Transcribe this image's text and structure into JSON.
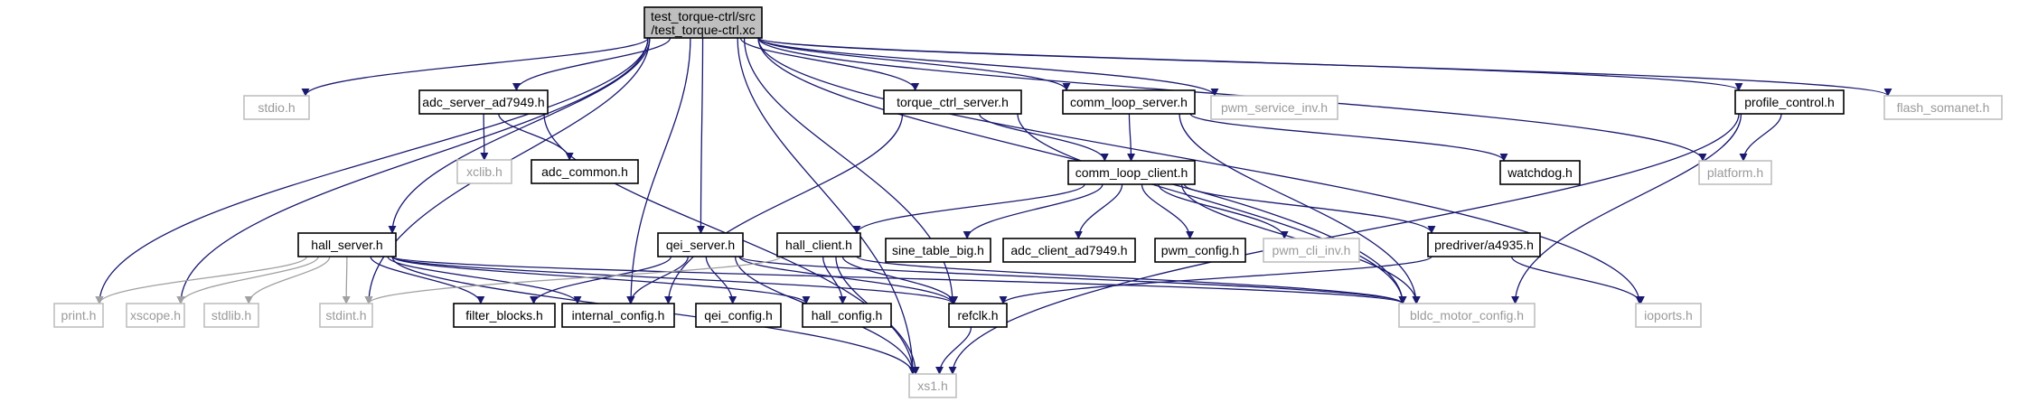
{
  "root": {
    "line1": "test_torque-ctrl/src",
    "line2": "/test_torque-ctrl.xc"
  },
  "nodes": [
    {
      "id": "stdio",
      "label": "stdio.h",
      "kind": "sys"
    },
    {
      "id": "adc_server",
      "label": "adc_server_ad7949.h",
      "kind": "local"
    },
    {
      "id": "torque_srv",
      "label": "torque_ctrl_server.h",
      "kind": "local"
    },
    {
      "id": "comm_srv",
      "label": "comm_loop_server.h",
      "kind": "local"
    },
    {
      "id": "pwm_inv",
      "label": "pwm_service_inv.h",
      "kind": "sys"
    },
    {
      "id": "profile",
      "label": "profile_control.h",
      "kind": "local"
    },
    {
      "id": "flash",
      "label": "flash_somanet.h",
      "kind": "sys"
    },
    {
      "id": "xclib",
      "label": "xclib.h",
      "kind": "sys"
    },
    {
      "id": "adc_common",
      "label": "adc_common.h",
      "kind": "local"
    },
    {
      "id": "comm_client",
      "label": "comm_loop_client.h",
      "kind": "local"
    },
    {
      "id": "watchdog",
      "label": "watchdog.h",
      "kind": "local"
    },
    {
      "id": "platform",
      "label": "platform.h",
      "kind": "sys"
    },
    {
      "id": "hall_server",
      "label": "hall_server.h",
      "kind": "local"
    },
    {
      "id": "qei_server",
      "label": "qei_server.h",
      "kind": "local"
    },
    {
      "id": "hall_client",
      "label": "hall_client.h",
      "kind": "local"
    },
    {
      "id": "sine_table",
      "label": "sine_table_big.h",
      "kind": "local"
    },
    {
      "id": "adc_client",
      "label": "adc_client_ad7949.h",
      "kind": "local"
    },
    {
      "id": "pwm_config",
      "label": "pwm_config.h",
      "kind": "local"
    },
    {
      "id": "pwm_cli_inv",
      "label": "pwm_cli_inv.h",
      "kind": "sys"
    },
    {
      "id": "predriver",
      "label": "predriver/a4935.h",
      "kind": "local"
    },
    {
      "id": "print",
      "label": "print.h",
      "kind": "sys"
    },
    {
      "id": "xscope",
      "label": "xscope.h",
      "kind": "sys"
    },
    {
      "id": "stdlib",
      "label": "stdlib.h",
      "kind": "sys"
    },
    {
      "id": "stdint",
      "label": "stdint.h",
      "kind": "sys"
    },
    {
      "id": "filter",
      "label": "filter_blocks.h",
      "kind": "local"
    },
    {
      "id": "internal",
      "label": "internal_config.h",
      "kind": "local"
    },
    {
      "id": "qei_config",
      "label": "qei_config.h",
      "kind": "local"
    },
    {
      "id": "hall_config",
      "label": "hall_config.h",
      "kind": "local"
    },
    {
      "id": "refclk",
      "label": "refclk.h",
      "kind": "local"
    },
    {
      "id": "bldc",
      "label": "bldc_motor_config.h",
      "kind": "sys"
    },
    {
      "id": "ioports",
      "label": "ioports.h",
      "kind": "sys"
    },
    {
      "id": "xs1",
      "label": "xs1.h",
      "kind": "sys"
    }
  ],
  "edges": [
    [
      "root",
      "stdio"
    ],
    [
      "root",
      "adc_server"
    ],
    [
      "root",
      "torque_srv"
    ],
    [
      "root",
      "comm_srv"
    ],
    [
      "root",
      "pwm_inv"
    ],
    [
      "root",
      "profile"
    ],
    [
      "root",
      "flash"
    ],
    [
      "root",
      "platform"
    ],
    [
      "root",
      "hall_server"
    ],
    [
      "root",
      "qei_server"
    ],
    [
      "root",
      "print"
    ],
    [
      "root",
      "xscope"
    ],
    [
      "root",
      "stdint"
    ],
    [
      "root",
      "internal"
    ],
    [
      "root",
      "refclk"
    ],
    [
      "root",
      "bldc"
    ],
    [
      "root",
      "ioports"
    ],
    [
      "root",
      "xs1"
    ],
    [
      "adc_server",
      "xclib"
    ],
    [
      "adc_server",
      "adc_common"
    ],
    [
      "adc_server",
      "xs1"
    ],
    [
      "torque_srv",
      "comm_client"
    ],
    [
      "torque_srv",
      "internal"
    ],
    [
      "torque_srv",
      "bldc"
    ],
    [
      "comm_srv",
      "comm_client"
    ],
    [
      "comm_srv",
      "watchdog"
    ],
    [
      "comm_srv",
      "bldc"
    ],
    [
      "profile",
      "platform"
    ],
    [
      "profile",
      "bldc"
    ],
    [
      "profile",
      "xs1"
    ],
    [
      "comm_client",
      "hall_client"
    ],
    [
      "comm_client",
      "sine_table"
    ],
    [
      "comm_client",
      "adc_client"
    ],
    [
      "comm_client",
      "pwm_config"
    ],
    [
      "comm_client",
      "pwm_cli_inv"
    ],
    [
      "comm_client",
      "predriver"
    ],
    [
      "comm_client",
      "bldc"
    ],
    [
      "hall_server",
      "print"
    ],
    [
      "hall_server",
      "xscope"
    ],
    [
      "hall_server",
      "stdlib"
    ],
    [
      "hall_server",
      "stdint"
    ],
    [
      "hall_server",
      "filter"
    ],
    [
      "hall_server",
      "internal"
    ],
    [
      "hall_server",
      "hall_config"
    ],
    [
      "hall_server",
      "refclk"
    ],
    [
      "hall_server",
      "bldc"
    ],
    [
      "hall_server",
      "xs1"
    ],
    [
      "qei_server",
      "filter"
    ],
    [
      "qei_server",
      "internal"
    ],
    [
      "qei_server",
      "qei_config"
    ],
    [
      "qei_server",
      "refclk"
    ],
    [
      "qei_server",
      "bldc"
    ],
    [
      "qei_server",
      "xs1"
    ],
    [
      "hall_client",
      "stdint"
    ],
    [
      "hall_client",
      "hall_config"
    ],
    [
      "hall_client",
      "refclk"
    ],
    [
      "hall_client",
      "bldc"
    ],
    [
      "hall_client",
      "xs1"
    ],
    [
      "predriver",
      "refclk"
    ],
    [
      "predriver",
      "ioports"
    ],
    [
      "refclk",
      "xs1"
    ]
  ]
}
